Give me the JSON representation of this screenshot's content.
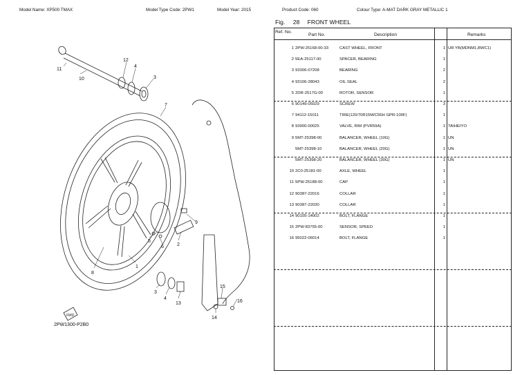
{
  "header": {
    "model_name": "Model Name:  XP500 TMAX",
    "model_type_code": "Model Type Code:  2PW1",
    "model_year": "Model Year:  2015",
    "product_code": "Product Code:  060",
    "colour_type": "Colour Type:  A-MAT DARK GRAY METALLIC 1"
  },
  "figure": {
    "label": "Fig.",
    "number": "28",
    "title": "FRONT WHEEL"
  },
  "table": {
    "columns": {
      "ref": "Ref. No.",
      "part": "Part No.",
      "desc": "Description",
      "remarks": "Remarks"
    },
    "rows": [
      {
        "ref": "1",
        "part": "2PW-25168-00-33",
        "desc": "CAST WHEEL, FRONT",
        "qty": "1",
        "remarks": "UR YB(MDNM1,BWC1)"
      },
      {
        "ref": "2",
        "part": "5EA-25117-00",
        "desc": "SPACER, BEARING",
        "qty": "1",
        "remarks": ""
      },
      {
        "ref": "3",
        "part": "93306-07208",
        "desc": "BEARING",
        "qty": "2",
        "remarks": ""
      },
      {
        "ref": "4",
        "part": "93106-28043",
        "desc": "OIL SEAL",
        "qty": "2",
        "remarks": ""
      },
      {
        "ref": "5",
        "part": "2DR-2517G-00",
        "desc": "ROTOR, SENSOR",
        "qty": "1",
        "remarks": ""
      },
      {
        "ref": "6",
        "part": "90149-05029",
        "desc": "SCREW",
        "qty": "3",
        "remarks": ""
      },
      {
        "ref": "7",
        "part": "94112-15011",
        "desc": "TIRE(120/70R15M/C56H GPR-100F)",
        "qty": "1",
        "remarks": ""
      },
      {
        "ref": "8",
        "part": "93900-00025",
        "desc": "VALVE, RIM (PVR59A)",
        "qty": "1",
        "remarks": "TAIHEIYO"
      },
      {
        "ref": "9",
        "part": "5MT-25398-00",
        "desc": "BALANCER, WHEEL (10G)",
        "qty": "1",
        "remarks": "UN"
      },
      {
        "ref": "",
        "part": "5MT-25398-10",
        "desc": "BALANCER, WHEEL (20G)",
        "qty": "1",
        "remarks": "UN"
      },
      {
        "ref": "",
        "part": "5MT-25398-20",
        "desc": "BALANCER, WHEEL (30G)",
        "qty": "1",
        "remarks": "UN"
      },
      {
        "ref": "10",
        "part": "2C0-25181-00",
        "desc": "AXLE, WHEEL",
        "qty": "1",
        "remarks": ""
      },
      {
        "ref": "11",
        "part": "5PW-25188-00",
        "desc": "CAP",
        "qty": "1",
        "remarks": ""
      },
      {
        "ref": "12",
        "part": "90387-22016",
        "desc": "COLLAR",
        "qty": "1",
        "remarks": ""
      },
      {
        "ref": "13",
        "part": "90387-22030",
        "desc": "COLLAR",
        "qty": "1",
        "remarks": ""
      },
      {
        "ref": "14",
        "part": "90105-14002",
        "desc": "BOLT, FLANGE",
        "qty": "1",
        "remarks": ""
      },
      {
        "ref": "15",
        "part": "2PW-83755-00",
        "desc": "SENSOR, SPEED",
        "qty": "1",
        "remarks": ""
      },
      {
        "ref": "16",
        "part": "95022-06014",
        "desc": "BOLT, FLANGE",
        "qty": "1",
        "remarks": ""
      }
    ]
  },
  "diagram": {
    "code": "2PW1300-P2B0",
    "fwd_label": "FWD",
    "callouts": [
      "1",
      "2",
      "3",
      "4",
      "5",
      "6",
      "7",
      "8",
      "9",
      "10",
      "11",
      "12",
      "13",
      "14",
      "15",
      "16"
    ]
  }
}
